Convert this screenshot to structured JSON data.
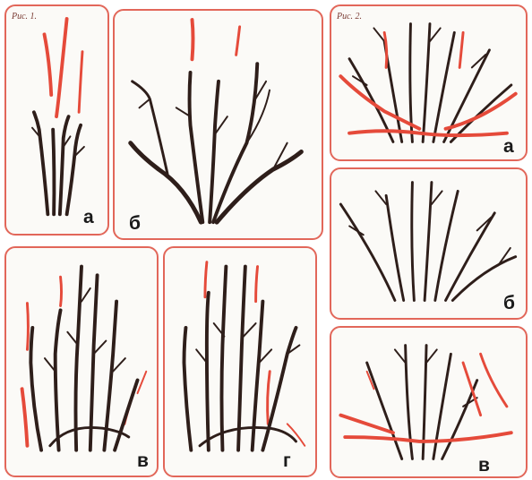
{
  "figure1": {
    "title": "Рис. 1.",
    "panels": [
      {
        "id": "a",
        "label": "а"
      },
      {
        "id": "b",
        "label": "б"
      },
      {
        "id": "v",
        "label": "в"
      },
      {
        "id": "g",
        "label": "г"
      }
    ]
  },
  "figure2": {
    "title": "Рис. 2.",
    "panels": [
      {
        "id": "a",
        "label": "а"
      },
      {
        "id": "b",
        "label": "б"
      },
      {
        "id": "v",
        "label": "в"
      }
    ]
  },
  "colors": {
    "frame": "#e2675a",
    "branch": "#2e1e1a",
    "pruned": "#e54a3a"
  }
}
